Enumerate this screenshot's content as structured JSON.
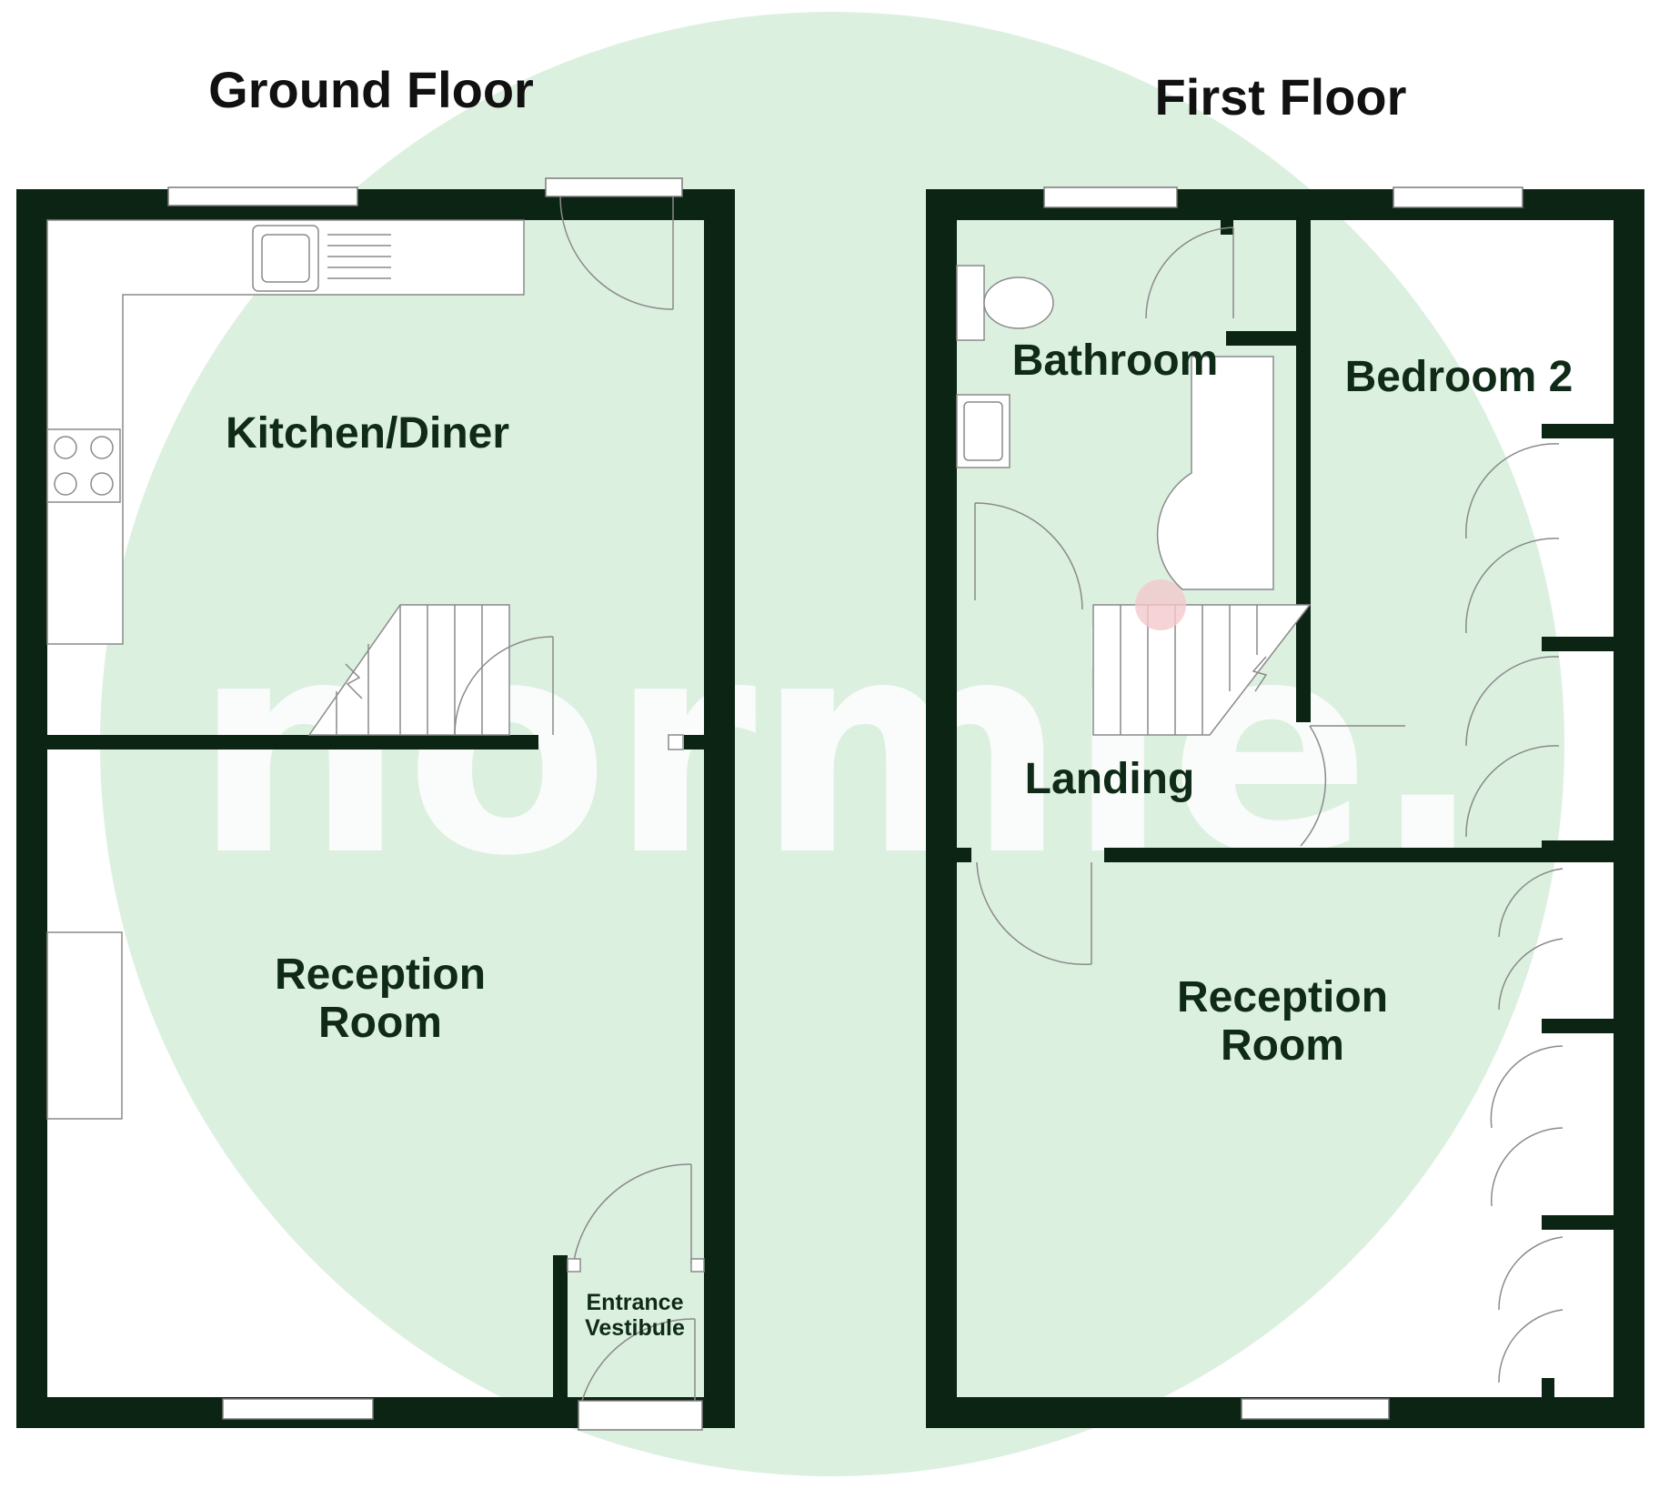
{
  "floors": {
    "ground": {
      "title": "Ground Floor",
      "rooms": {
        "kitchen": "Kitchen/Diner",
        "reception_line1": "Reception",
        "reception_line2": "Room",
        "vestibule_line1": "Entrance",
        "vestibule_line2": "Vestibule"
      }
    },
    "first": {
      "title": "First Floor",
      "rooms": {
        "bathroom": "Bathroom",
        "bedroom2": "Bedroom 2",
        "landing": "Landing",
        "reception_line1": "Reception",
        "reception_line2": "Room"
      }
    }
  },
  "watermark": {
    "text": "normie."
  },
  "colors": {
    "background_circle": "#dcf0e0",
    "walls": "#0b2414",
    "labels": "#0f2a17"
  }
}
